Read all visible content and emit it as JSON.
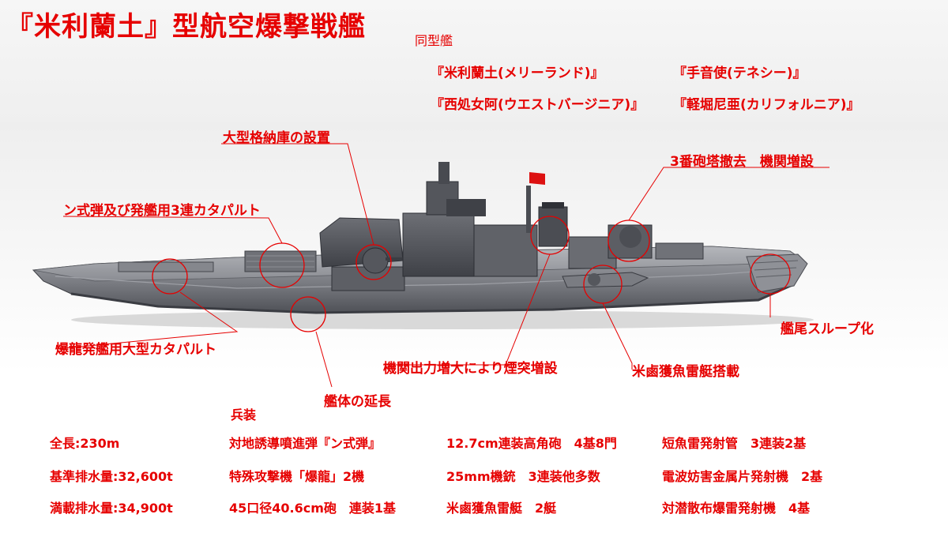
{
  "title": "『米利蘭土』型航空爆撃戦艦",
  "sister_ships": {
    "heading": "同型艦",
    "ships": [
      "『米利蘭土(メリーランド)』",
      "『手音使(テネシー)』",
      "『西処女阿(ウエストバージニア)』",
      "『軽堀尼亜(カリフォルニア)』"
    ]
  },
  "annotations": {
    "hangar": "大型格納庫の設置",
    "turret3": "3番砲塔撤去　機関増設",
    "catapult_triple": "ン式弾及び発艦用3連カタパルト",
    "catapult_large": "爆龍発艦用大型カタパルト",
    "stern_slope": "艦尾スループ化",
    "funnel": "機関出力増大により煙突増設",
    "torpedo_boat": "米鹵獲魚雷艇搭載",
    "hull_extension": "艦体の延長"
  },
  "specs": {
    "dimensions": [
      "全長:230m",
      "基準排水量:32,600t",
      "満載排水量:34,900t"
    ],
    "armament_heading": "兵装",
    "armament_col1": [
      "対地誘導噴進弾『ン式弾』",
      "特殊攻撃機「爆龍」2機",
      "45口径40.6cm砲　連装1基"
    ],
    "armament_col2": [
      "12.7cm連装高角砲　4基8門",
      "25mm機銃　3連装他多数",
      "米鹵獲魚雷艇　2艇"
    ],
    "armament_col3": [
      "短魚雷発射管　3連装2基",
      "電波妨害金属片発射機　2基",
      "対潜散布爆雷発射機　4基"
    ]
  },
  "colors": {
    "label_red": "#e60000",
    "hull_grey": "#7d7f85",
    "deck_grey": "#9a9ca2"
  }
}
